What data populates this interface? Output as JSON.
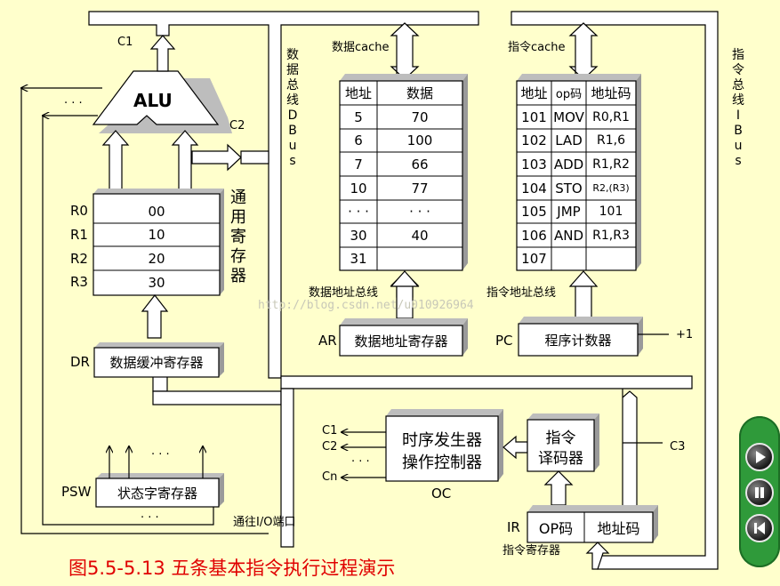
{
  "alu": {
    "label": "ALU",
    "c1": "C1",
    "c2": "C2",
    "dots": "· · ·"
  },
  "registers": {
    "names": [
      "R0",
      "R1",
      "R2",
      "R3"
    ],
    "values": [
      "00",
      "10",
      "20",
      "30"
    ],
    "side_label": [
      "通",
      "用",
      "寄",
      "存",
      "器"
    ]
  },
  "dr": {
    "name": "DR",
    "label": "数据缓冲寄存器"
  },
  "psw": {
    "name": "PSW",
    "label": "状态字寄存器",
    "dots_top": "· · ·",
    "dots_bottom": "· · ·"
  },
  "io_label": "通往I/O端口",
  "data_bus_label": [
    "数",
    "据",
    "总",
    "线",
    "D",
    "B",
    "u",
    "s"
  ],
  "instr_bus_label": [
    "指",
    "令",
    "总",
    "线",
    "I",
    "B",
    "u",
    "s"
  ],
  "data_cache": {
    "title": "数据cache",
    "headers": [
      "地址",
      "数据"
    ],
    "rows": [
      [
        "5",
        "70"
      ],
      [
        "6",
        "100"
      ],
      [
        "7",
        "66"
      ],
      [
        "10",
        "77"
      ],
      [
        "· · ·",
        "· · ·"
      ],
      [
        "30",
        "40"
      ],
      [
        "31",
        ""
      ]
    ]
  },
  "instr_cache": {
    "title": "指令cache",
    "headers": [
      "地址",
      "op码",
      "地址码"
    ],
    "rows": [
      [
        "101",
        "MOV",
        "R0,R1"
      ],
      [
        "102",
        "LAD",
        "R1,6"
      ],
      [
        "103",
        "ADD",
        "R1,R2"
      ],
      [
        "104",
        "STO",
        "R2,(R3)"
      ],
      [
        "105",
        "JMP",
        "101"
      ],
      [
        "106",
        "AND",
        "R1,R3"
      ],
      [
        "107",
        "",
        ""
      ]
    ]
  },
  "data_addr_bus": "数据地址总线",
  "instr_addr_bus": "指令地址总线",
  "ar": {
    "name": "AR",
    "label": "数据地址寄存器"
  },
  "pc": {
    "name": "PC",
    "label": "程序计数器",
    "plus_one": "+1"
  },
  "oc": {
    "line1": "时序发生器",
    "line2": "操作控制器",
    "name": "OC",
    "outputs": [
      "C1",
      "C2",
      "· · ·",
      "Cn"
    ]
  },
  "decoder": {
    "line1": "指令",
    "line2": "译码器",
    "c3": "C3"
  },
  "ir": {
    "name": "IR",
    "op": "OP码",
    "addr": "地址码",
    "label": "指令寄存器"
  },
  "caption": "图5.5-5.13 五条基本指令执行过程演示",
  "watermark": "http://blog.csdn.net/u010926964",
  "nav": {
    "buttons": [
      "play-icon",
      "pause-icon",
      "rewind-icon"
    ]
  }
}
